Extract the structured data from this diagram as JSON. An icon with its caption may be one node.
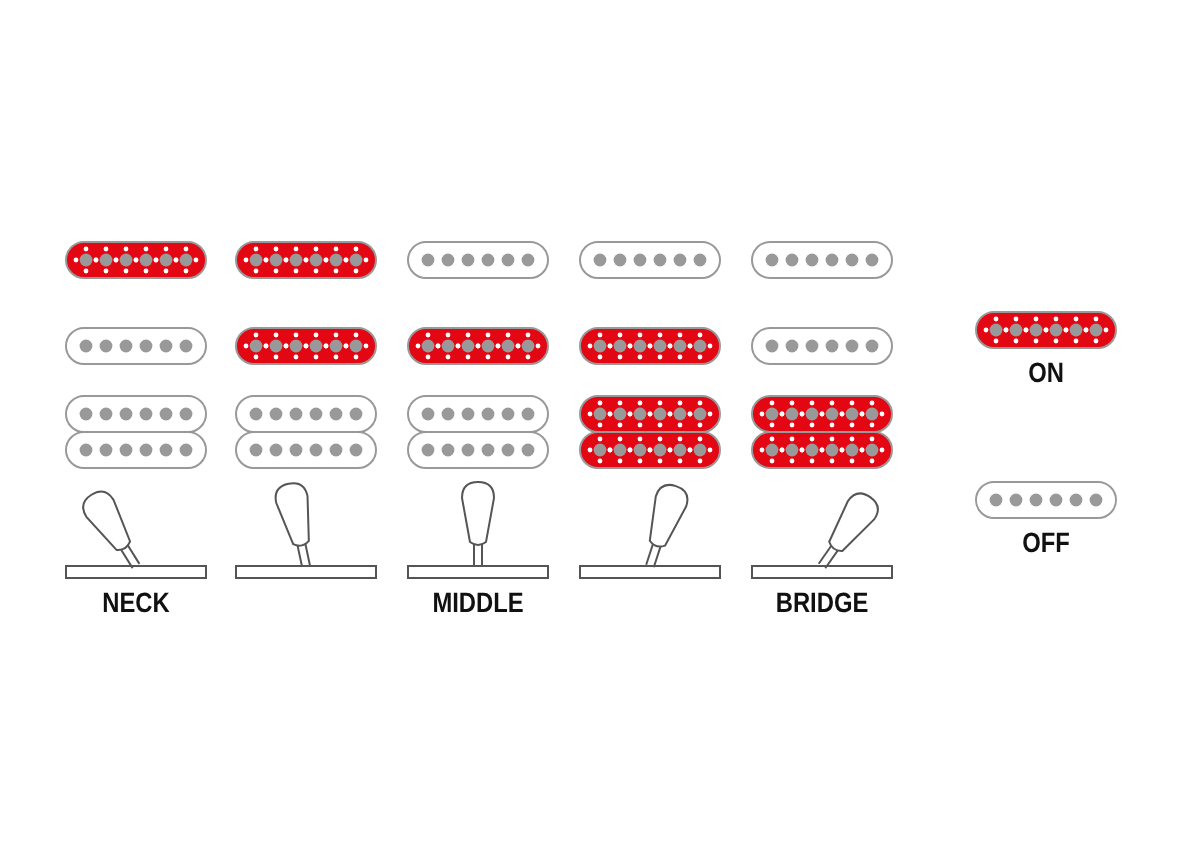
{
  "diagram": {
    "labels": [
      "NECK",
      "MIDDLE",
      "BRIDGE"
    ],
    "legend": [
      {
        "text": "ON",
        "color": "#e30613"
      },
      {
        "text": "OFF"
      }
    ]
  }
}
